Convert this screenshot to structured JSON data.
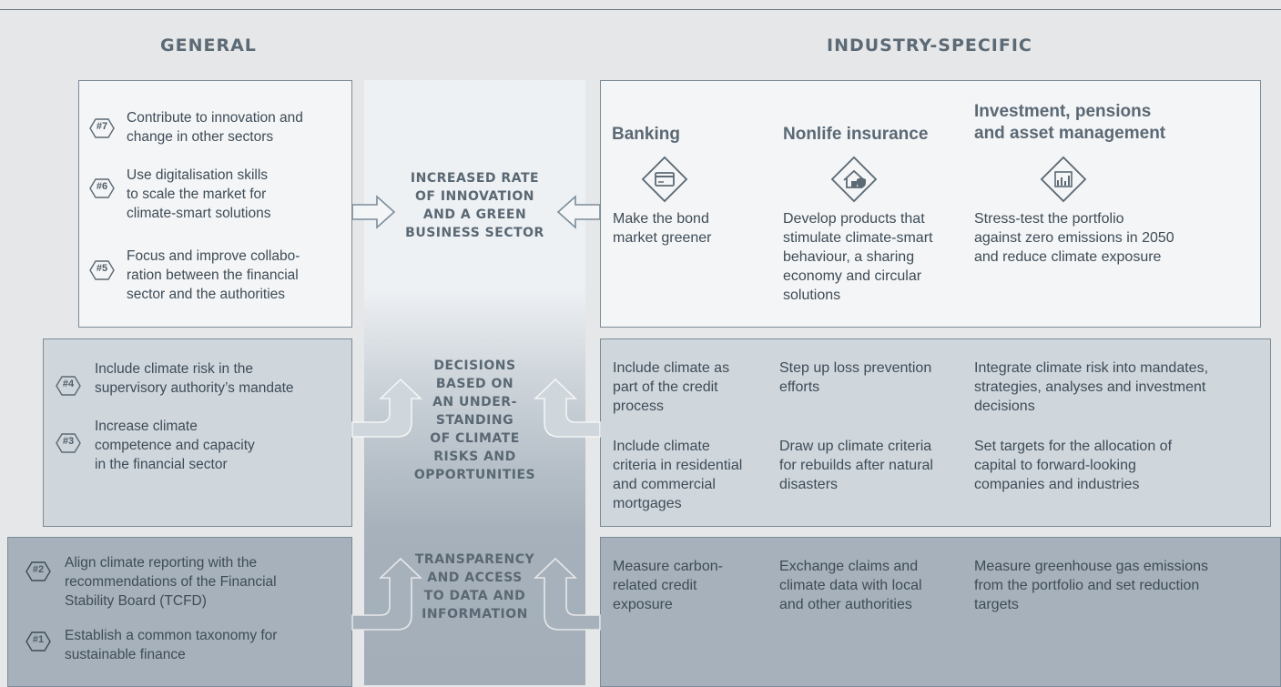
{
  "headers": {
    "general": "GENERAL",
    "industry": "INDUSTRY-SPECIFIC"
  },
  "center": {
    "top": [
      "INCREASED RATE",
      "OF INNOVATION",
      "AND A GREEN",
      "BUSINESS SECTOR"
    ],
    "middle": [
      "DECISIONS",
      "BASED ON",
      "AN UNDER-",
      "STANDING",
      "OF CLIMATE",
      "RISKS AND",
      "OPPORTUNITIES"
    ],
    "bottom": [
      "TRANSPARENCY",
      "AND ACCESS",
      "TO DATA AND",
      "INFORMATION"
    ]
  },
  "general": {
    "top": [
      {
        "num": "#7",
        "lines": [
          "Contribute to innovation and",
          "change in other sectors"
        ]
      },
      {
        "num": "#6",
        "lines": [
          "Use digitalisation skills",
          "to scale the market for",
          "climate-smart solutions"
        ]
      },
      {
        "num": "#5",
        "lines": [
          "Focus and improve collabo-",
          "ration between the financial",
          "sector and the authorities"
        ]
      }
    ],
    "middle": [
      {
        "num": "#4",
        "lines": [
          "Include climate risk in the",
          "supervisory authority’s mandate"
        ]
      },
      {
        "num": "#3",
        "lines": [
          "Increase climate",
          "competence and capacity",
          "in the financial sector"
        ]
      }
    ],
    "bottom": [
      {
        "num": "#2",
        "lines": [
          "Align climate reporting with the",
          "recommendations of the Financial",
          "Stability Board (TCFD)"
        ]
      },
      {
        "num": "#1",
        "lines": [
          "Establish a common taxonomy for",
          "sustainable finance"
        ]
      }
    ]
  },
  "industry": {
    "headings": {
      "banking": [
        "Banking"
      ],
      "nonlife": [
        "Nonlife insurance"
      ],
      "investment": [
        "Investment, pensions",
        "and asset management"
      ]
    },
    "icons": {
      "banking": "credit-card-icon",
      "nonlife": "house-shield-icon",
      "investment": "bar-chart-icon"
    },
    "top": {
      "banking": [
        "Make the bond",
        "market greener"
      ],
      "nonlife": [
        "Develop products that",
        "stimulate climate-smart",
        "behaviour, a sharing",
        "economy and circular",
        "solutions"
      ],
      "investment": [
        "Stress-test the portfolio",
        "against zero emissions in 2050",
        "and reduce climate exposure"
      ]
    },
    "middle": {
      "banking_1": [
        "Include climate as",
        "part of the credit",
        "process"
      ],
      "nonlife_1": [
        "Step up loss prevention",
        "efforts"
      ],
      "investment_1": [
        "Integrate climate risk into mandates,",
        "strategies, analyses and investment",
        "decisions"
      ],
      "banking_2": [
        "Include climate",
        "criteria in residential",
        "and commercial",
        "mortgages"
      ],
      "nonlife_2": [
        "Draw up climate criteria",
        "for rebuilds after natural",
        "disasters"
      ],
      "investment_2": [
        "Set targets for the allocation of",
        "capital to forward-looking",
        "companies and industries"
      ]
    },
    "bottom": {
      "banking": [
        "Measure carbon-",
        "related credit",
        "exposure"
      ],
      "nonlife": [
        "Exchange claims and",
        "climate data with local",
        "and other authorities"
      ],
      "investment": [
        "Measure greenhouse gas emissions",
        "from the portfolio and set reduction",
        "targets"
      ]
    }
  },
  "colors": {
    "background": "#e6e7e9",
    "tier1": "#f4f5f6",
    "tier2": "#cfd6dc",
    "tier3": "#a6b1bb",
    "border": "#7c8c98"
  }
}
